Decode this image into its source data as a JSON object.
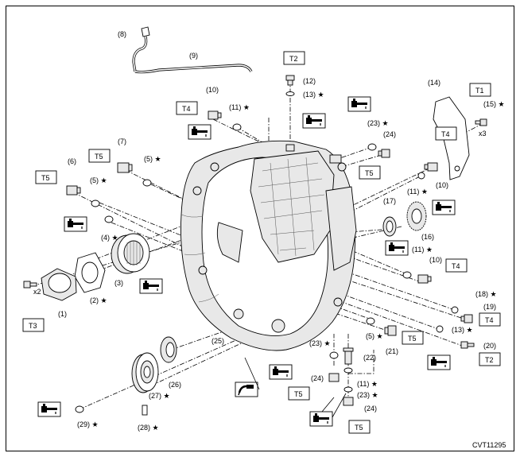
{
  "figure_code": "CVT11295",
  "callouts": {
    "c1": "(1)",
    "c2": "(2)",
    "c3": "(3)",
    "c4": "(4)",
    "c5a": "(5)",
    "c5b": "(5)",
    "c5c": "(5)",
    "c6": "(6)",
    "c7": "(7)",
    "c8": "(8)",
    "c9": "(9)",
    "c10a": "(10)",
    "c10b": "(10)",
    "c10c": "(10)",
    "c11a": "(11)",
    "c11b": "(11)",
    "c11c": "(11)",
    "c11d": "(11)",
    "c12": "(12)",
    "c13a": "(13)",
    "c13b": "(13)",
    "c14": "(14)",
    "c15": "(15)",
    "c16": "(16)",
    "c17": "(17)",
    "c18": "(18)",
    "c19": "(19)",
    "c20": "(20)",
    "c21": "(21)",
    "c22": "(22)",
    "c23a": "(23)",
    "c23b": "(23)",
    "c23c": "(23)",
    "c24a": "(24)",
    "c24b": "(24)",
    "c24c": "(24)",
    "c25": "(25)",
    "c26": "(26)",
    "c27": "(27)",
    "c28": "(28)",
    "c29": "(29)"
  },
  "star": "★",
  "qty": {
    "x2": "x2",
    "x3": "x3"
  },
  "torque": {
    "T1": "T1",
    "T2a": "T2",
    "T2b": "T2",
    "T3": "T3",
    "T4a": "T4",
    "T4b": "T4",
    "T4c": "T4",
    "T4d": "T4",
    "T5a": "T5",
    "T5b": "T5",
    "T5c": "T5",
    "T5d": "T5",
    "T5e": "T5",
    "T5f": "T5"
  },
  "icons": {
    "fluid_apply": "oil-can-apply-icon",
    "sealant_apply": "sealant-tube-icon"
  }
}
